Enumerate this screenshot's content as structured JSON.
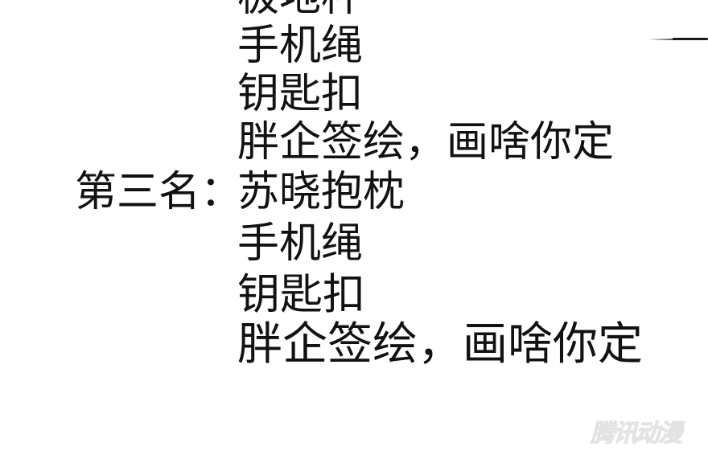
{
  "panel": {
    "background_color": "#ffffff",
    "text_color": "#121212"
  },
  "prize_list": {
    "rank_label": "第三名：",
    "lines": [
      {
        "label": "",
        "item": "极地杯"
      },
      {
        "label": "",
        "item": "手机绳"
      },
      {
        "label": "",
        "item": "钥匙扣"
      },
      {
        "label": "",
        "item": "胖企签绘，画啥你定"
      },
      {
        "label": "第三名：",
        "item": "苏晓抱枕"
      },
      {
        "label": "",
        "item": "手机绳"
      },
      {
        "label": "",
        "item": "钥匙扣"
      },
      {
        "label": "",
        "item": "胖企签绘，画啥你定"
      }
    ]
  },
  "watermark": {
    "text": "腾讯动漫",
    "color": "#ededed"
  }
}
